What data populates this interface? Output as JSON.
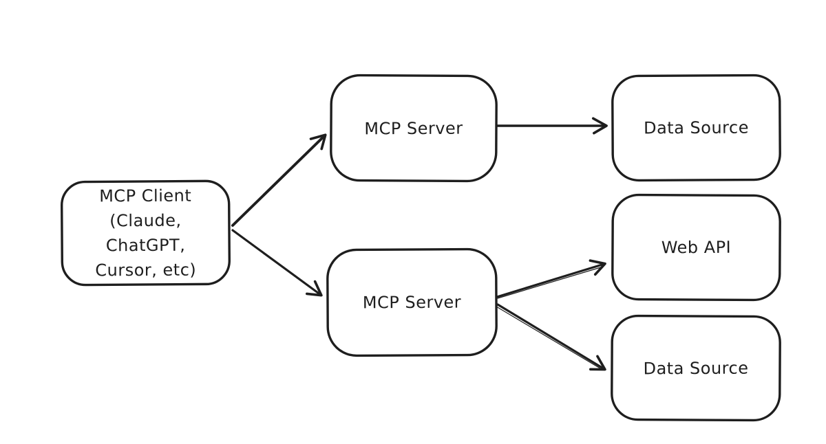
{
  "diagram": {
    "type": "flowchart",
    "style": "hand-drawn",
    "background_color": "#ffffff",
    "stroke_color": "#1e1e1e",
    "nodes": {
      "client": {
        "id": "mcp-client",
        "label": "MCP Client (Claude, ChatGPT, Cursor, etc)",
        "lines": [
          "MCP Client",
          "(Claude,",
          "ChatGPT,",
          "Cursor, etc)"
        ]
      },
      "server_top": {
        "id": "mcp-server-1",
        "label": "MCP Server"
      },
      "source_top": {
        "id": "data-source-1",
        "label": "Data Source"
      },
      "web_api": {
        "id": "web-api",
        "label": "Web API"
      },
      "server_bottom": {
        "id": "mcp-server-2",
        "label": "MCP Server"
      },
      "source_bottom": {
        "id": "data-source-2",
        "label": "Data Source"
      }
    },
    "edges": [
      {
        "from": "mcp-client",
        "to": "mcp-server-1",
        "arrowhead": "open-v"
      },
      {
        "from": "mcp-client",
        "to": "mcp-server-2",
        "arrowhead": "open-v"
      },
      {
        "from": "mcp-server-1",
        "to": "data-source-1",
        "arrowhead": "open-v"
      },
      {
        "from": "mcp-server-2",
        "to": "web-api",
        "arrowhead": "open-v"
      },
      {
        "from": "mcp-server-2",
        "to": "data-source-2",
        "arrowhead": "open-v"
      }
    ]
  }
}
